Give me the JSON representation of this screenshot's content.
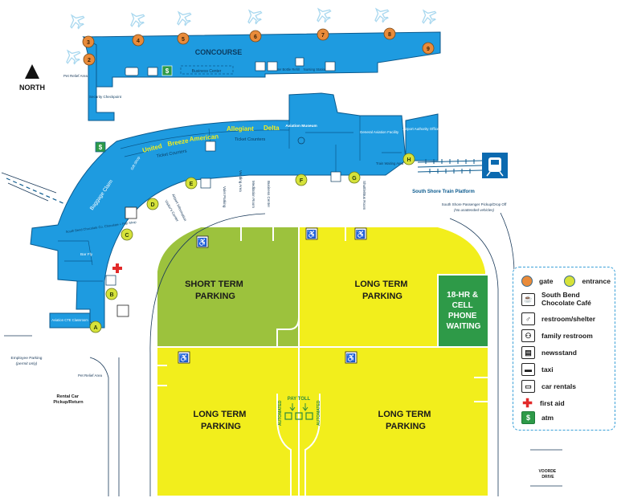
{
  "compass": {
    "label": "NORTH"
  },
  "terminal": {
    "concourse": "CONCOURSE",
    "business_center": "Business Center",
    "water_bottle": "Water Bottle Refill",
    "nursing": "Nursing Station",
    "pet_relief": "Pet Relief Area",
    "security": "Security Checkpoint",
    "airlines": [
      "United",
      "Breeze",
      "American",
      "Allegiant",
      "Delta"
    ],
    "ticket_counters": "Ticket Counters",
    "aviation_museum": "Aviation Museum",
    "general_aviation": "General Aviation Facility",
    "airport_authority": "Airport Authority Office",
    "train_waiting": "Train Waiting Area",
    "gift_shop": "Gift Shop",
    "baggage_claim": "Baggage Claim",
    "chocolate_cafe": "South Bend Chocolate Co. Chocolate + Pop Shop",
    "bar": "Bar Fly",
    "aviation_cte": "Aviation CTE Classroom",
    "airport_info": "Airport Information",
    "visitors_center": "Visitor's Center",
    "valet": "Valet Parking",
    "vending": "Vending Area",
    "meditation": "Meditation Room",
    "business_center_2": "Business Center",
    "shuttle_bus": "Shuttle/Bus Room"
  },
  "gates": [
    "2",
    "3",
    "4",
    "5",
    "6",
    "7",
    "8",
    "9"
  ],
  "entrances": [
    "A",
    "B",
    "C",
    "D",
    "E",
    "F",
    "G",
    "H"
  ],
  "train": {
    "platform": "South Shore Train Platform",
    "pickup": "South Shore Passenger Pickup/Drop Off",
    "pickup_note": "(No unattended vehicles)"
  },
  "parking": {
    "short_term": [
      "SHORT TERM",
      "PARKING"
    ],
    "long_term_top": [
      "LONG TERM",
      "PARKING"
    ],
    "cell_phone": [
      "18-HR &",
      "CELL",
      "PHONE",
      "WAITING"
    ],
    "long_term_left": [
      "LONG TERM",
      "PARKING"
    ],
    "long_term_right": [
      "LONG TERM",
      "PARKING"
    ],
    "pay_toll": "PAY TOLL",
    "automated": "AUTOMATED"
  },
  "outside": {
    "employee_parking": "Employee Parking",
    "employee_note": "(permit only)",
    "pet_relief": "Pet Relief Area",
    "rental_car": [
      "Rental Car",
      "Pickup/Return"
    ],
    "road": [
      "VOORDE",
      "DRIVE"
    ]
  },
  "legend": {
    "gate": "gate",
    "entrance": "entrance",
    "cafe": [
      "South Bend",
      "Chocolate Café"
    ],
    "restroom": "restroom/shelter",
    "family_restroom": "family restroom",
    "newsstand": "newsstand",
    "taxi": "taxi",
    "car_rentals": "car rentals",
    "first_aid": "first aid",
    "atm": "atm"
  },
  "colors": {
    "terminal_blue": "#1e9be0",
    "terminal_dark": "#0b5a8e",
    "gate_orange": "#e98b3a",
    "entrance_green": "#d6e23a",
    "long_term_yellow": "#f2ee1c",
    "short_term_green": "#9cc23d",
    "cell_green": "#2e9a48",
    "first_aid_red": "#e22a2a",
    "atm_green": "#2e9a48"
  }
}
